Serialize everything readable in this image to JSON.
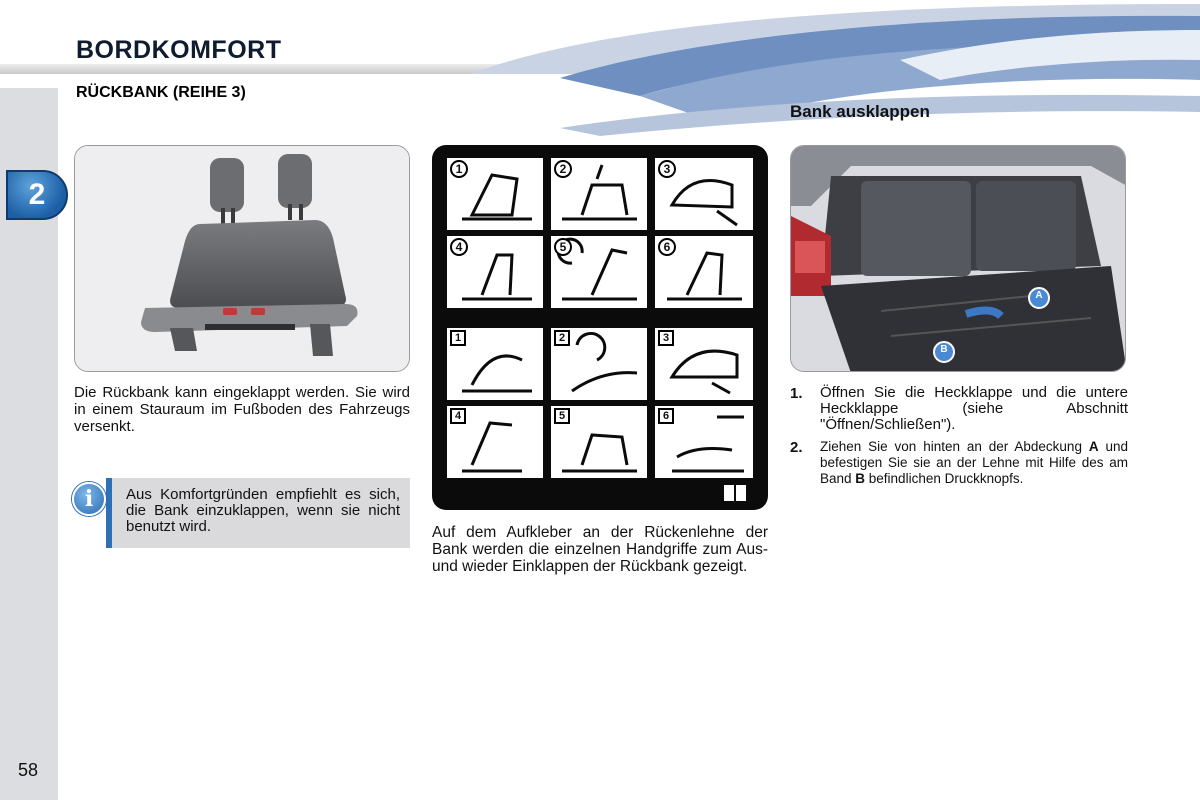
{
  "header": {
    "title": "BORDKOMFORT",
    "section_title": "RÜCKBANK (REIHE 3)",
    "chapter_number": "2"
  },
  "left_column": {
    "description": "Die Rückbank kann eingeklappt werden. Sie wird in einem Stauraum im Fußboden des Fahrzeugs versenkt.",
    "info_note": "Aus Komfortgründen empfiehlt es sich, die Bank einzuklappen, wenn sie nicht benutzt wird."
  },
  "middle_column": {
    "sticker_numbers_top": [
      "1",
      "2",
      "3",
      "4",
      "5",
      "6"
    ],
    "sticker_numbers_bottom": [
      "1",
      "2",
      "3",
      "4",
      "5",
      "6"
    ],
    "caption": "Auf dem Aufkleber an der Rückenlehne der Bank werden die einzelnen Handgriffe zum Aus- und wieder Einklappen der Rückbank gezeigt."
  },
  "right_column": {
    "heading": "Bank ausklappen",
    "label_a": "A",
    "label_b": "B",
    "steps": [
      {
        "number": "1.",
        "text": "Öffnen Sie die Heckklappe und die untere Heckklappe (siehe Abschnitt \"Öffnen/Schließen\")."
      },
      {
        "number": "2.",
        "text_before_a": "Ziehen Sie von hinten an der Abdeckung ",
        "strong_a": "A",
        "text_mid": " und befestigen Sie sie an der Lehne mit Hilfe des am Band ",
        "strong_b": "B",
        "text_after": " befindlichen Druckknopfs."
      }
    ]
  },
  "footer": {
    "page_number": "58"
  },
  "colors": {
    "accent_blue": "#2f6fb5",
    "title_navy": "#0f1b2e",
    "sidebar_grey": "#dcdde0",
    "info_bg": "#dadadc"
  }
}
